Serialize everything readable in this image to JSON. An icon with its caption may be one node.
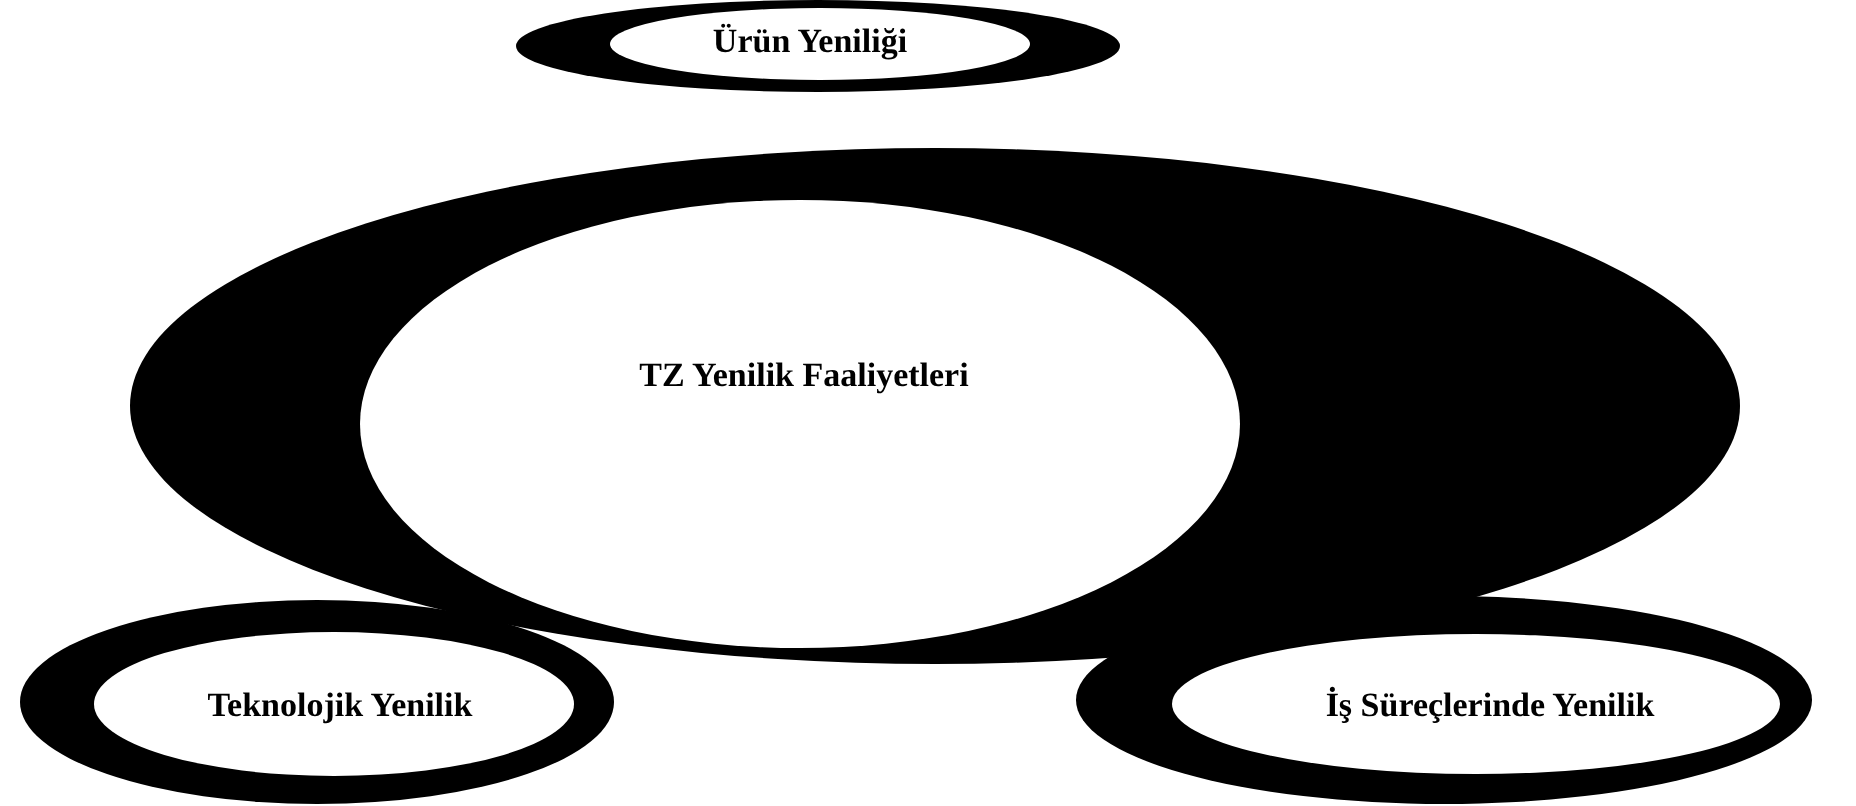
{
  "diagram": {
    "nodes": [
      {
        "text": [
          "Ürün Yeniliği"
        ]
      },
      {
        "text": [
          "TZ Yenilik Faaliyetleri"
        ]
      },
      {
        "text": [
          "Teknolojik Yenilik"
        ]
      },
      {
        "text": [
          "İş Süreçlerinde Yenilik"
        ]
      }
    ]
  }
}
